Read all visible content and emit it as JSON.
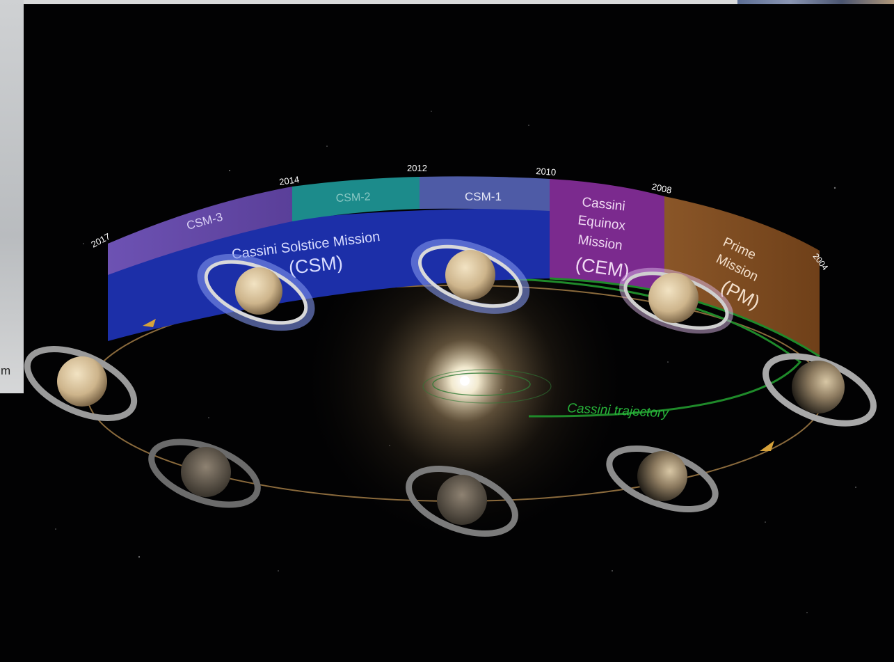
{
  "diagram": {
    "years": {
      "y2017": "2017",
      "y2014": "2014",
      "y2012": "2012",
      "y2010": "2010",
      "y2008": "2008",
      "y2004": "2004"
    },
    "band_labels": {
      "csm3": "CSM-3",
      "csm2": "CSM-2",
      "csm1": "CSM-1",
      "csm_name": "Cassini Solstice Mission",
      "csm_abbr": "(CSM)",
      "cem_line1": "Cassini",
      "cem_line2": "Equinox",
      "cem_line3": "Mission",
      "cem_abbr": "(CEM)",
      "pm_line1": "Prime",
      "pm_line2": "Mission",
      "pm_abbr": "(PM)"
    },
    "trajectory_label": "Cassini trajectory",
    "colors": {
      "csm_blue": "#1c2fa8",
      "csm3_purple": "#6b4fb0",
      "csm2_teal": "#1c8b8b",
      "csm1_slate": "#4e5ba6",
      "cem_magenta": "#7b2a8e",
      "pm_brown": "#7c4a22",
      "trajectory_green": "#1f8a2a",
      "orbit_tan": "#8a6a3c"
    }
  },
  "page": {
    "left_fragment_text": "m"
  }
}
